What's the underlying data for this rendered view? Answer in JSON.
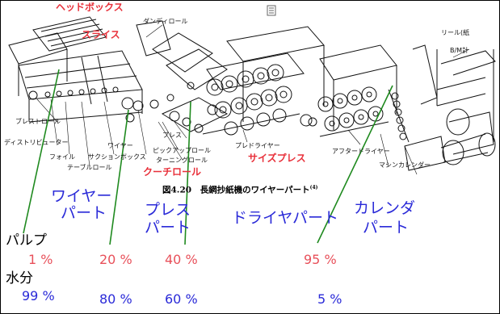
{
  "labels": {
    "headbox": "ヘッドボックス",
    "slice": "スライス",
    "couch_roll": "クーチロール",
    "size_press": "サイズプレス",
    "dandy_roll": "ダンディロール",
    "breast_roll": "ブレストロール",
    "distributor": "ディストリビューター",
    "foil": "フォイル",
    "table_roll": "テーブルロール",
    "suction_box": "サクションボックス",
    "wire": "ワイヤー",
    "press": "プレス",
    "pickup_roll": "ピックアップロール",
    "turning_roll": "ターニングロール",
    "pre_dryer": "プレドライヤー",
    "after_dryer": "アフタードライヤー",
    "machine_calender": "マシンカレンダー",
    "reel": "リール(紙",
    "bm_total": "B/M計"
  },
  "caption": {
    "text": "図4.20　長網抄紙機のワイヤーパート",
    "ref": "(4)"
  },
  "sections": {
    "wire": {
      "line1": "ワイヤー",
      "line2": "パート"
    },
    "press": {
      "line1": "プレス",
      "line2": "パート"
    },
    "dryer": "ドライヤパート",
    "calender": {
      "line1": "カレンダ",
      "line2": "パート"
    }
  },
  "rows": {
    "pulp": {
      "label": "パルプ",
      "values": [
        "1 %",
        "20 %",
        "40 %",
        "95 %"
      ]
    },
    "water": {
      "label": "水分",
      "values": [
        "99 %",
        "80 %",
        "60 %",
        "5 %"
      ]
    }
  },
  "colors": {
    "part_label_red": "#e8303a",
    "section_blue": "#2a2ad8",
    "pulp_value_pink": "#e8505a",
    "pointer_green": "#1f8a1f"
  }
}
